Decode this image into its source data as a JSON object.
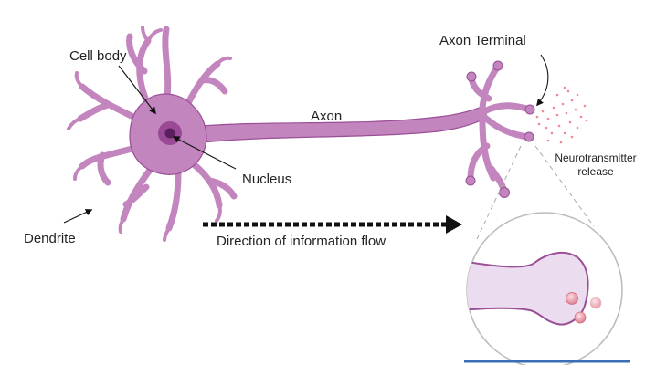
{
  "labels": {
    "cell_body": "Cell body",
    "axon": "Axon",
    "axon_terminal": "Axon Terminal",
    "nucleus": "Nucleus",
    "dendrite": "Dendrite",
    "neurotransmitter_line1": "Neurotransmitter",
    "neurotransmitter_line2": "release",
    "direction": "Direction of information flow"
  },
  "colors": {
    "neuron_fill": "#c385be",
    "neuron_stroke": "#9a4f96",
    "nucleus_outer": "#9a4a95",
    "nucleus_inner": "#5a1f5e",
    "synapse_fill": "#ecdcef",
    "vesicle": "#e58a9a",
    "particles": "#f08a96",
    "arrow": "#111111"
  }
}
